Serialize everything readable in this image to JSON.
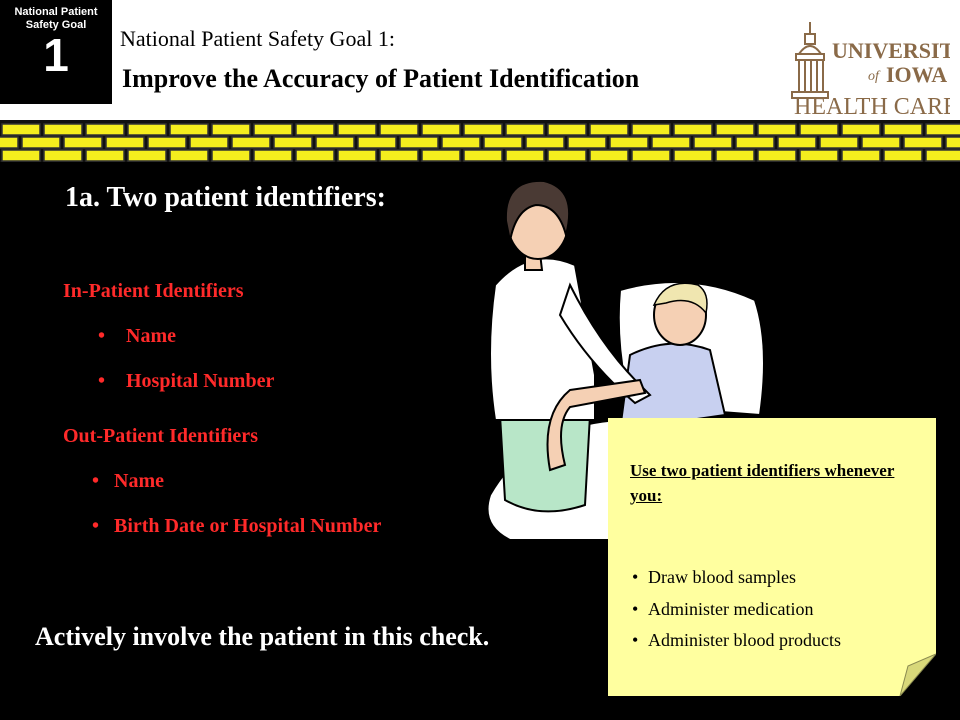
{
  "header": {
    "badge_label": "National Patient Safety Goal",
    "badge_number": "1",
    "subtitle": "National Patient Safety Goal 1:",
    "title": "Improve the Accuracy of Patient Identification",
    "logo_line1": "UNIVERSITY",
    "logo_of": "of",
    "logo_iowa": "IOWA",
    "logo_line3": "HEALTH CARE"
  },
  "main": {
    "heading": "1a.  Two patient identifiers:",
    "inpatient": {
      "heading": "In-Patient Identifiers",
      "items": [
        "Name",
        "Hospital Number"
      ]
    },
    "outpatient": {
      "heading": "Out-Patient Identifiers",
      "items": [
        "Name",
        "Birth Date or Hospital Number"
      ]
    },
    "footer": "Actively involve the patient in this check."
  },
  "note": {
    "heading": "Use two patient identifiers whenever you:",
    "items": [
      "Draw blood samples",
      "Administer medication",
      "Administer blood products"
    ]
  },
  "colors": {
    "background": "#000000",
    "accent_red": "#ff2a2a",
    "brick_yellow": "#f5ee1e",
    "note_yellow": "#ffff9f",
    "logo_brown": "#8a6a48"
  }
}
